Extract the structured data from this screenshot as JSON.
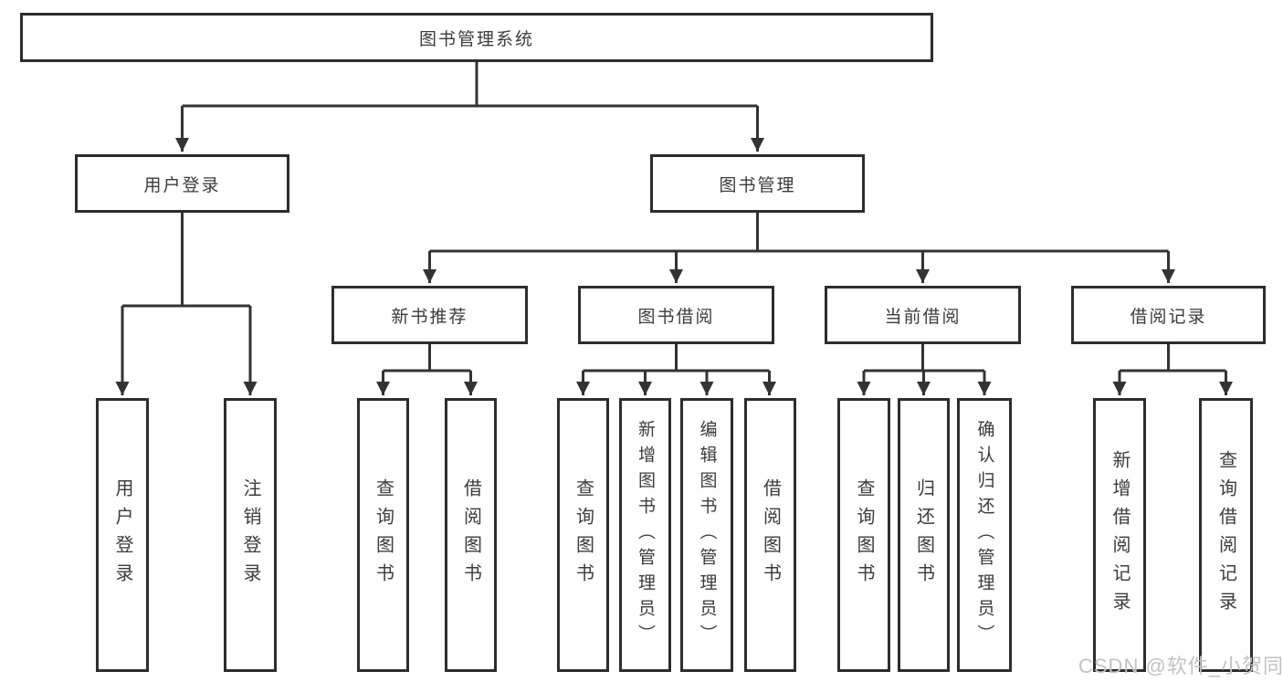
{
  "diagram": {
    "root": {
      "label": "图书管理系统"
    },
    "level2": {
      "user_login": {
        "label": "用户登录"
      },
      "book_mgmt": {
        "label": "图书管理"
      }
    },
    "level3": {
      "new_book_rec": {
        "label": "新书推荐"
      },
      "book_borrow": {
        "label": "图书借阅"
      },
      "current_borrow": {
        "label": "当前借阅"
      },
      "borrow_records": {
        "label": "借阅记录"
      }
    },
    "leaves": {
      "user_login": [
        "用户登录",
        "注销登录"
      ],
      "new_book_rec": [
        "查询图书",
        "借阅图书"
      ],
      "book_borrow": [
        "查询图书",
        "新增图书（管理员）",
        "编辑图书（管理员）",
        "借阅图书"
      ],
      "current_borrow": [
        "查询图书",
        "归还图书",
        "确认归还（管理员）"
      ],
      "borrow_records": [
        "新增借阅记录",
        "查询借阅记录"
      ]
    }
  },
  "watermark": {
    "text": "CSDN @软件_小贺同学"
  },
  "colors": {
    "line": "#333333",
    "box_border": "#2d2d2d",
    "text": "#3b3b3b",
    "watermark": "#c2c2c2",
    "background": "#ffffff"
  }
}
